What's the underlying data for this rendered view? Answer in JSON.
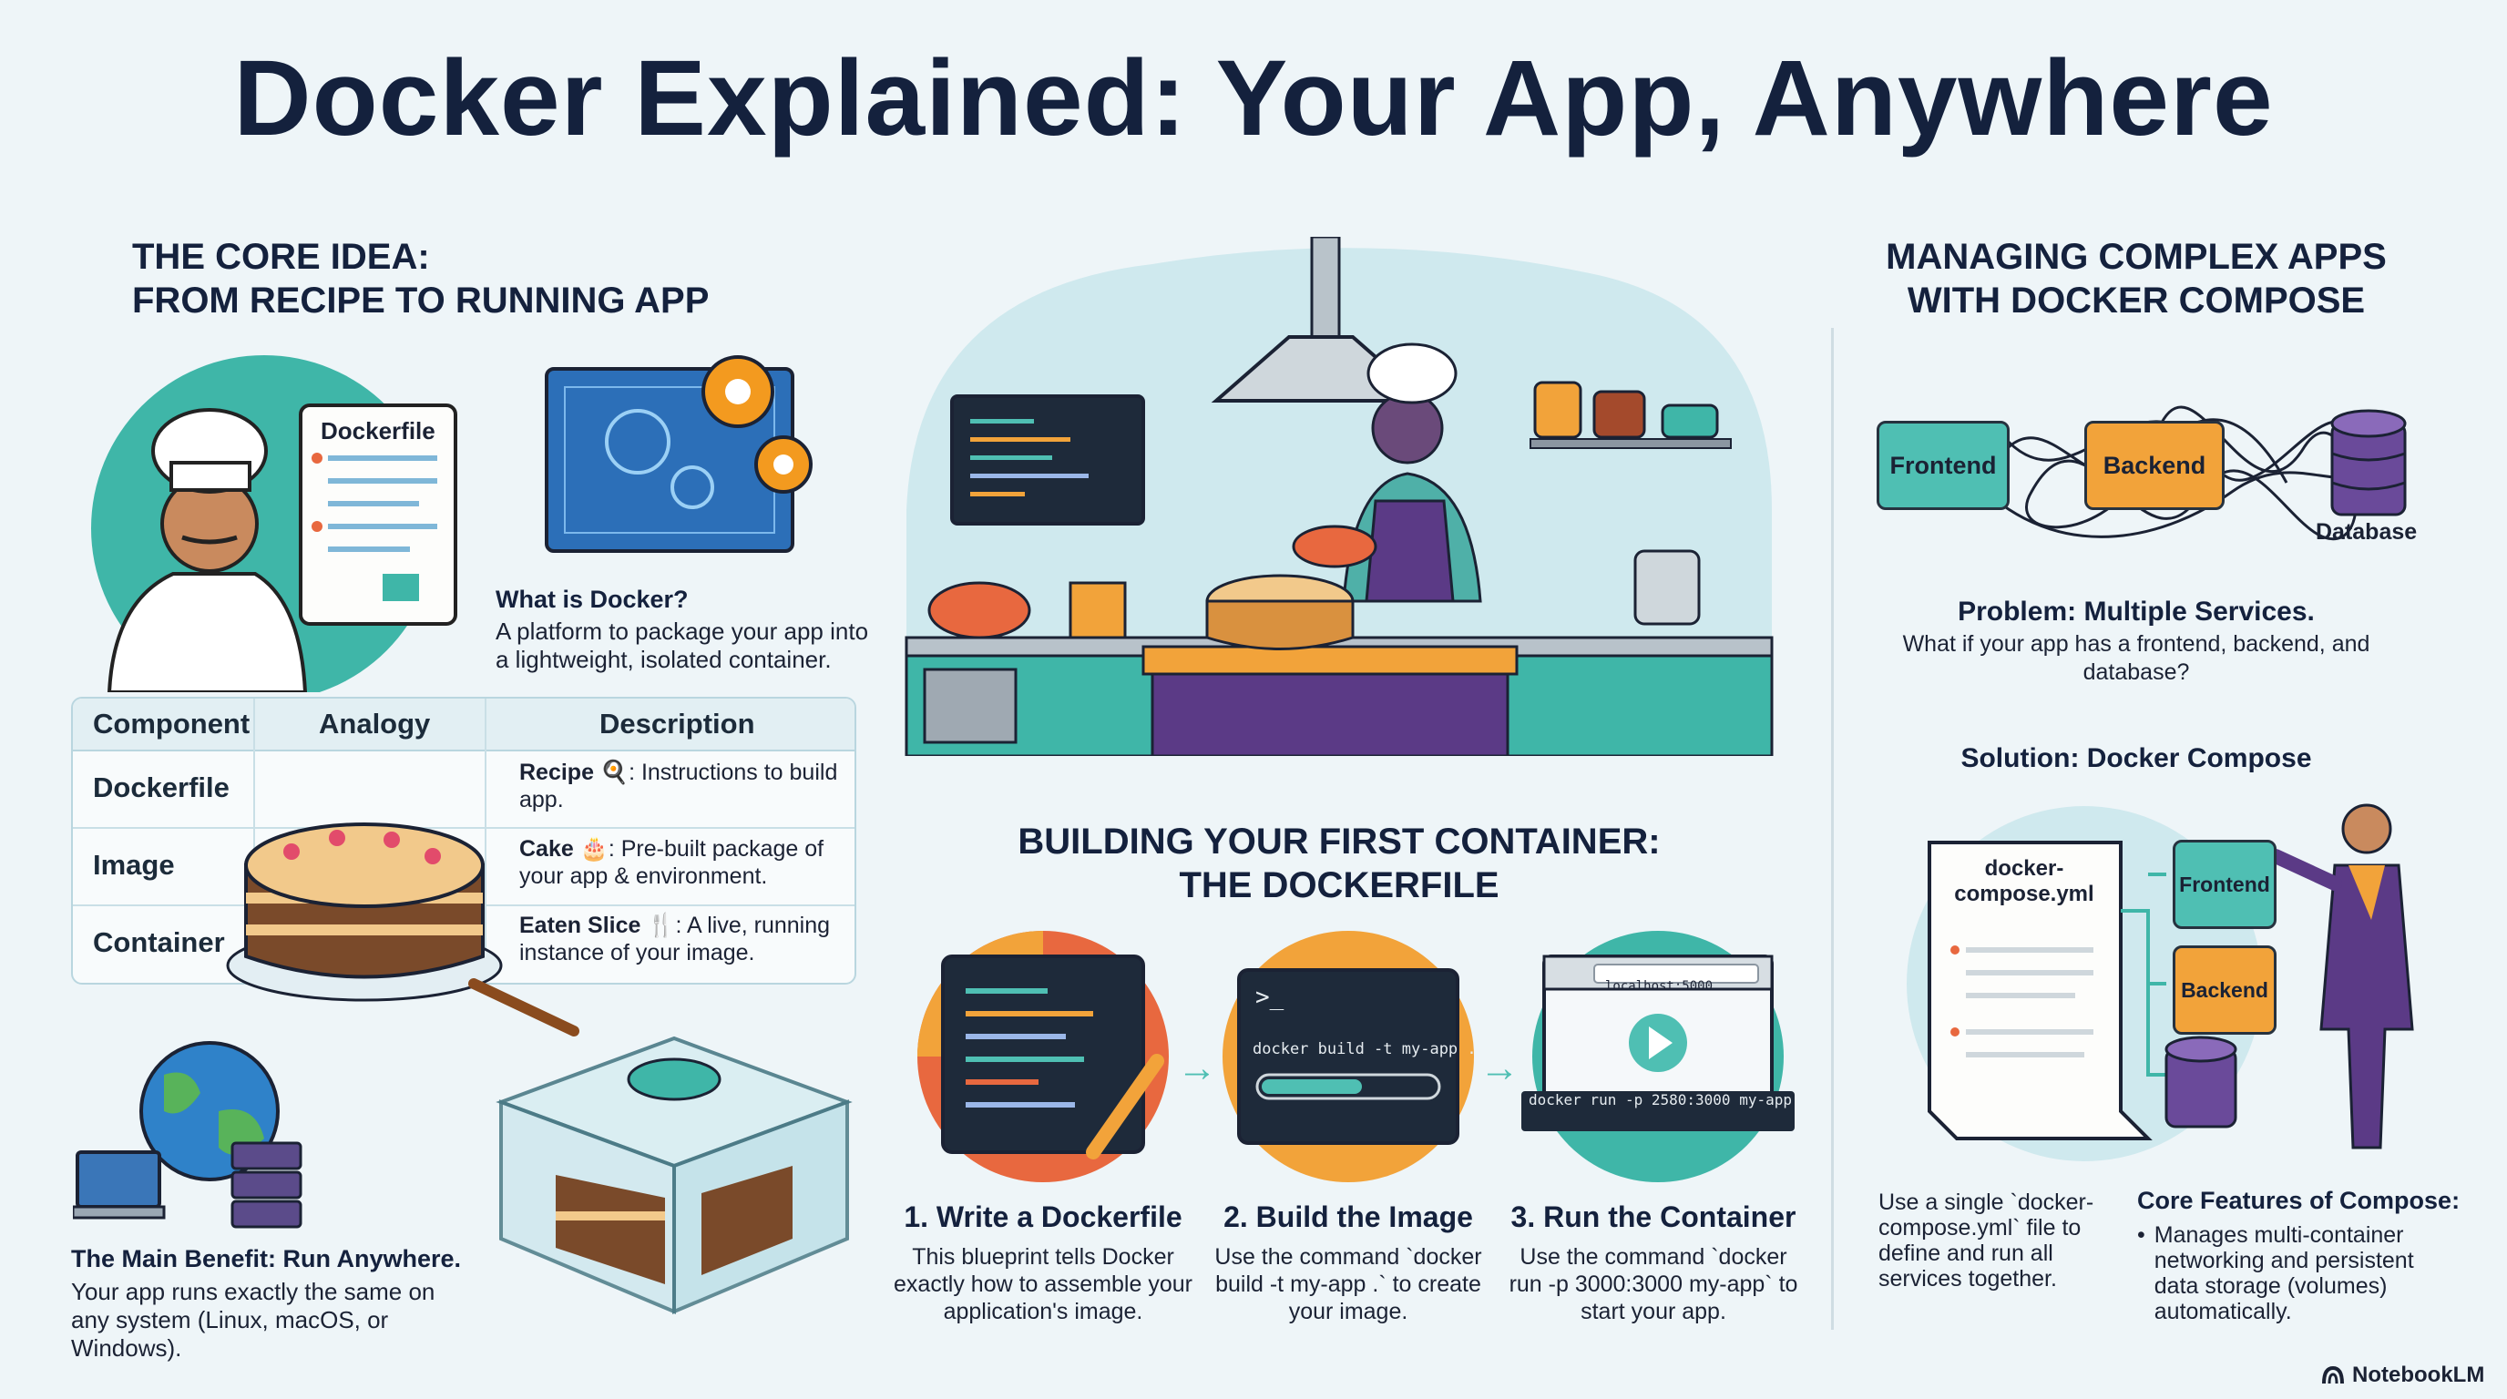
{
  "title": "Docker Explained: Your App, Anywhere",
  "core_idea": {
    "heading_line1": "THE CORE IDEA:",
    "heading_line2": "FROM RECIPE TO RUNNING APP",
    "scroll_label": "Dockerfile",
    "what_is_title": "What is Docker?",
    "what_is_text": "A platform to package your app into a lightweight, isolated container."
  },
  "table": {
    "headers": [
      "Component",
      "Analogy",
      "Description"
    ],
    "rows": [
      {
        "component": "Dockerfile",
        "term": "Recipe 🍳",
        "text": ": Instructions to build app."
      },
      {
        "component": "Image",
        "term": "Cake 🎂",
        "text": ": Pre-built package of your app & environment."
      },
      {
        "component": "Container",
        "term": "Eaten Slice 🍴",
        "text": ": A live, running instance of your image."
      }
    ]
  },
  "benefit": {
    "title": "The Main Benefit: Run Anywhere.",
    "text": "Your app runs exactly the same on any system (Linux, macOS, or Windows)."
  },
  "building": {
    "heading_line1": "BUILDING YOUR FIRST CONTAINER:",
    "heading_line2": "THE DOCKERFILE",
    "terminal_prompt": ">_",
    "terminal_build_cmd": "docker build -t my-app .",
    "browser_url": "localhost:5000",
    "terminal_run_cmd": "docker run -p 2580:3000 my-app",
    "steps": [
      {
        "title": "1. Write a Dockerfile",
        "text": "This blueprint tells Docker exactly how to assemble your application's image."
      },
      {
        "title": "2. Build the Image",
        "text": "Use the command `docker build -t my-app .` to create your image."
      },
      {
        "title": "3. Run the Container",
        "text": "Use the command `docker run -p 3000:3000 my-app` to start your app."
      }
    ]
  },
  "compose": {
    "heading_line1": "MANAGING COMPLEX APPS",
    "heading_line2": "WITH DOCKER COMPOSE",
    "diagram": {
      "frontend": "Frontend",
      "backend": "Backend",
      "database": "Database"
    },
    "problem_title": "Problem: Multiple Services.",
    "problem_text": "What if your app has a frontend, backend, and database?",
    "solution_title": "Solution: Docker Compose",
    "file_label": "docker-compose.yml",
    "file_frontend": "Frontend",
    "file_backend": "Backend",
    "use_text": "Use a single `docker-compose.yml` file to define and run all services together.",
    "features_title": "Core Features of Compose:",
    "features_text": "Manages multi-container networking and persistent data storage (volumes) automatically."
  },
  "brand": "NotebookLM",
  "colors": {
    "teal": "#4fbfb3",
    "orange": "#f2a33a",
    "navy": "#14213d",
    "purple": "#5b3a86",
    "bg": "#eef5f8"
  }
}
